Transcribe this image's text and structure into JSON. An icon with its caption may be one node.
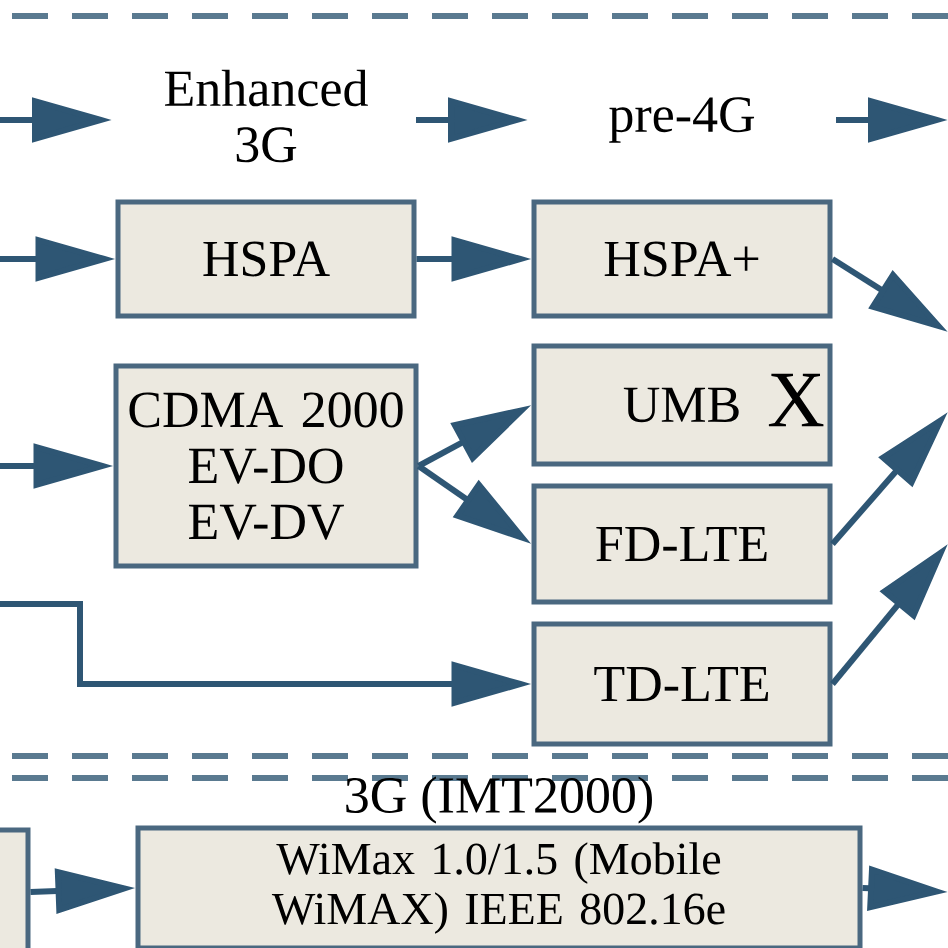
{
  "diagram": {
    "nodes": [
      {
        "text": [
          "HSPA"
        ]
      },
      {
        "text": [
          "HSPA+"
        ]
      },
      {
        "text": [
          "CDMA 2000 EV-DO EV-DV"
        ]
      },
      {
        "text": [
          "UMB"
        ]
      },
      {
        "text": [
          "FD-LTE"
        ]
      },
      {
        "text": [
          "TD-LTE"
        ]
      },
      {
        "text": [],
        "shape": "box"
      },
      {
        "text": [
          "3G (IMT2000)",
          "WiMax 1.0/1.5 (Mobile WiMAX) IEEE 802.16e"
        ]
      }
    ],
    "edges": [
      {
        "from": null,
        "to": 0,
        "arrow": "to"
      },
      {
        "from": 0,
        "to": 1,
        "arrow": "to"
      },
      {
        "from": 1,
        "to": null,
        "arrow": "to"
      },
      {
        "from": null,
        "to": 2,
        "arrow": "to"
      },
      {
        "from": 2,
        "to": 3,
        "arrow": "to"
      },
      {
        "from": 2,
        "to": 4,
        "arrow": "to"
      },
      {
        "from": null,
        "to": 5,
        "arrow": "to"
      },
      {
        "from": 4,
        "to": null,
        "arrow": "to"
      },
      {
        "from": 5,
        "to": null,
        "arrow": "to"
      },
      {
        "from": 6,
        "to": 7,
        "arrow": "to"
      },
      {
        "from": 7,
        "to": null,
        "arrow": "to"
      }
    ],
    "labels": [
      "Enhanced 3G",
      "pre-4G",
      "X"
    ]
  }
}
